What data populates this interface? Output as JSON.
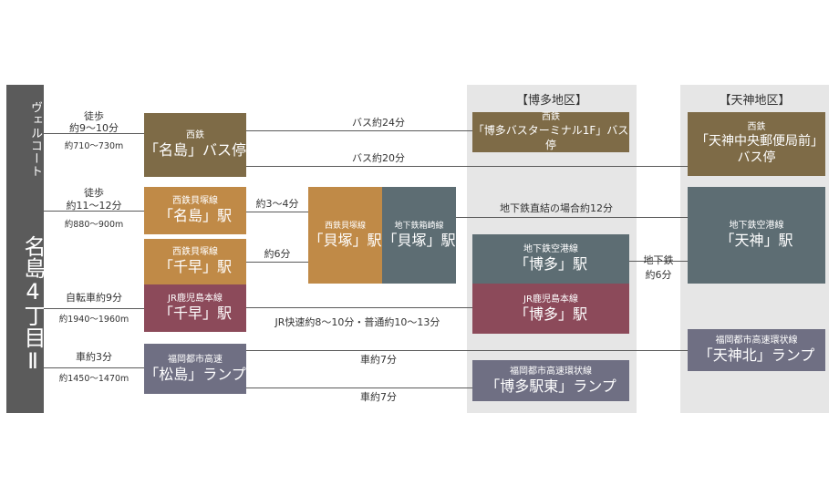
{
  "start": {
    "name_small": "ヴェルコート",
    "name_big": "名島4丁目Ⅱ"
  },
  "regions": [
    {
      "title": "【博多地区】"
    },
    {
      "title": "【天神地区】"
    }
  ],
  "left_routes": [
    {
      "mode": "徒歩",
      "time": "約9～10分",
      "distance": "約710～730m"
    },
    {
      "mode": "徒歩",
      "time": "約11～12分",
      "distance": "約880～900m"
    },
    {
      "mode": "自転車約9分",
      "distance": "約1940～1960m"
    },
    {
      "mode": "車約3分",
      "distance": "約1450～1470m"
    }
  ],
  "boxes": {
    "nishitetsu_najima_bus": {
      "sub": "西鉄",
      "main": "「名島」バス停"
    },
    "najima_station": {
      "sub": "西鉄貝塚線",
      "main": "「名島」駅"
    },
    "chihaya_nishitetsu": {
      "sub": "西鉄貝塚線",
      "main": "「千早」駅"
    },
    "chihaya_jr": {
      "sub": "JR鹿児島本線",
      "main": "「千早」駅"
    },
    "matsushima_ramp": {
      "sub": "福岡都市高速",
      "main": "「松島」ランプ"
    },
    "kaizuka_nishitetsu": {
      "sub": "西鉄貝塚線",
      "main": "「貝塚」駅"
    },
    "kaizuka_subway": {
      "sub": "地下鉄箱崎線",
      "main": "「貝塚」駅"
    },
    "hakata_bus_terminal": {
      "sub": "西鉄",
      "main": "「博多バスターミナル1F」バス停"
    },
    "hakata_subway": {
      "sub": "地下鉄空港線",
      "main": "「博多」駅"
    },
    "hakata_jr": {
      "sub": "JR鹿児島本線",
      "main": "「博多」駅"
    },
    "hakata_ekihigashi_ramp": {
      "sub": "福岡都市高速環状線",
      "main": "「博多駅東」ランプ"
    },
    "tenjin_post_bus": {
      "sub": "西鉄",
      "main": "「天神中央郵便局前」バス停"
    },
    "tenjin_subway": {
      "sub": "地下鉄空港線",
      "main": "「天神」駅"
    },
    "tenjin_kita_ramp": {
      "sub": "福岡都市高速環状線",
      "main": "「天神北」ランプ"
    }
  },
  "connections": {
    "bus_to_hakata": "バス約24分",
    "bus_to_tenjin": "バス約20分",
    "najima_to_kaizuka": "約3～4分",
    "chihaya_to_kaizuka": "約6分",
    "subway_direct": "地下鉄直結の場合約12分",
    "jr_to_hakata": "JR快速約8～10分・普通約10～13分",
    "hakata_to_tenjin_subway_mode": "地下鉄",
    "hakata_to_tenjin_subway_time": "約6分",
    "car_to_tenjin": "車約7分",
    "car_to_hakata": "車約7分"
  }
}
